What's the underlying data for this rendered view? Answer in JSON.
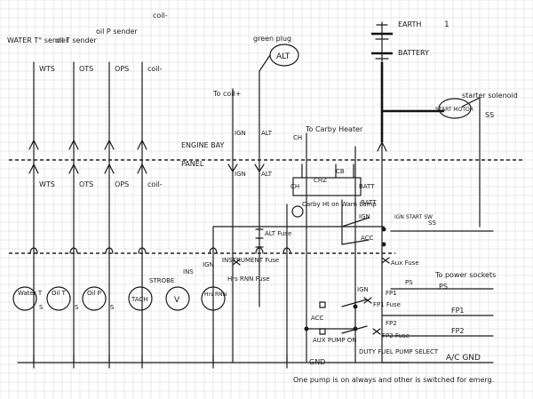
{
  "top_labels": {
    "water_sender": "WATER T° sender",
    "oil_t_sender": "oil T sender",
    "oil_p_sender": "oil P sender",
    "coil": "coil-",
    "green_plug": "green plug",
    "to_coil": "To coil+",
    "earth": "EARTH",
    "battery": "BATTERY",
    "starter_solenoid": "starter solenoid",
    "ss": "SS",
    "start_motor": "START MOTOR",
    "ch": "CH",
    "to_carby_heater": "To Carby Heater",
    "engine_bay": "ENGINE BAY",
    "panel": "PANEL",
    "one": "1"
  },
  "wire_labels": {
    "wts": "WTS",
    "ots": "OTS",
    "ops": "OPS",
    "coil_minus": "coil-",
    "ign": "IGN",
    "alt": "ALT",
    "chz": "CHZ",
    "batt": "BATT",
    "cb": "CB",
    "ss": "SS",
    "ps": "PS",
    "fp1": "FP1",
    "fp2": "FP2",
    "acc": "ACC",
    "inst": "INS",
    "strobe": "STROBE"
  },
  "panel_labels": {
    "alt_fuse": "ALT Fuse",
    "instrument_fuse": "INSTRUMENT Fuse",
    "hrs_rnn_fuse": "Hrs RNN Fuse",
    "carby_ht": "Carby Ht on Warn Lamp",
    "ign_start_sw": "IGN START SW",
    "aux_fuse": "Aux Fuse",
    "fp1_fuse": "FP1 Fuse",
    "fp2_fuse": "FP2 Fuse",
    "aux_pump_on": "AUX PUMP ON",
    "duty_fuel_pump_select": "DUTY FUEL PUMP SELECT",
    "gnd": "GND",
    "to_power_sockets": "To power sockets",
    "ps_out": "PS",
    "fp1_out": "FP1",
    "fp2_out": "FP2",
    "ac_gnd": "A/C GND",
    "s": "S"
  },
  "gauges": {
    "water": "Water T",
    "oil_t": "Oil T",
    "oil_p": "Oil P",
    "tach": "TACH",
    "volt": "V",
    "hrs_rnn": "Hrs RNN",
    "alt_component": "ALT"
  },
  "note": "One pump is on always and other is switched for emerg.",
  "colors": {
    "ink": "#1a1a1a",
    "grid": "#d4d4d4",
    "paper": "#ffffff"
  }
}
